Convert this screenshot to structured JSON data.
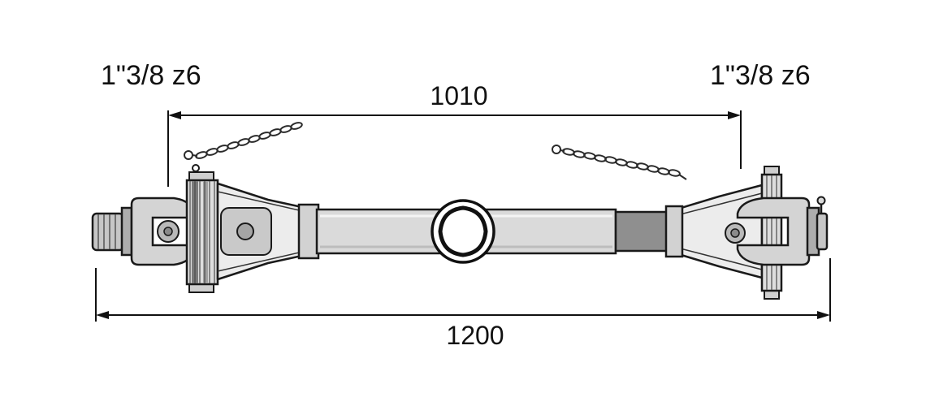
{
  "labels": {
    "left_spline": "1\"3/8 z6",
    "right_spline": "1\"3/8 z6"
  },
  "dimensions": {
    "shield_length": "1010",
    "overall_length": "1200"
  },
  "icons": {
    "center_emblem": "lemon-profile-tube-icon",
    "chains": "safety-chain-icon"
  },
  "colors": {
    "outline": "#1a1a1a",
    "background": "#ffffff",
    "tube_fill": "#dadada",
    "inner_tube_fill": "#8f8f8f",
    "shield_fill": "#ececec",
    "yoke_fill": "#d4d4d4"
  }
}
